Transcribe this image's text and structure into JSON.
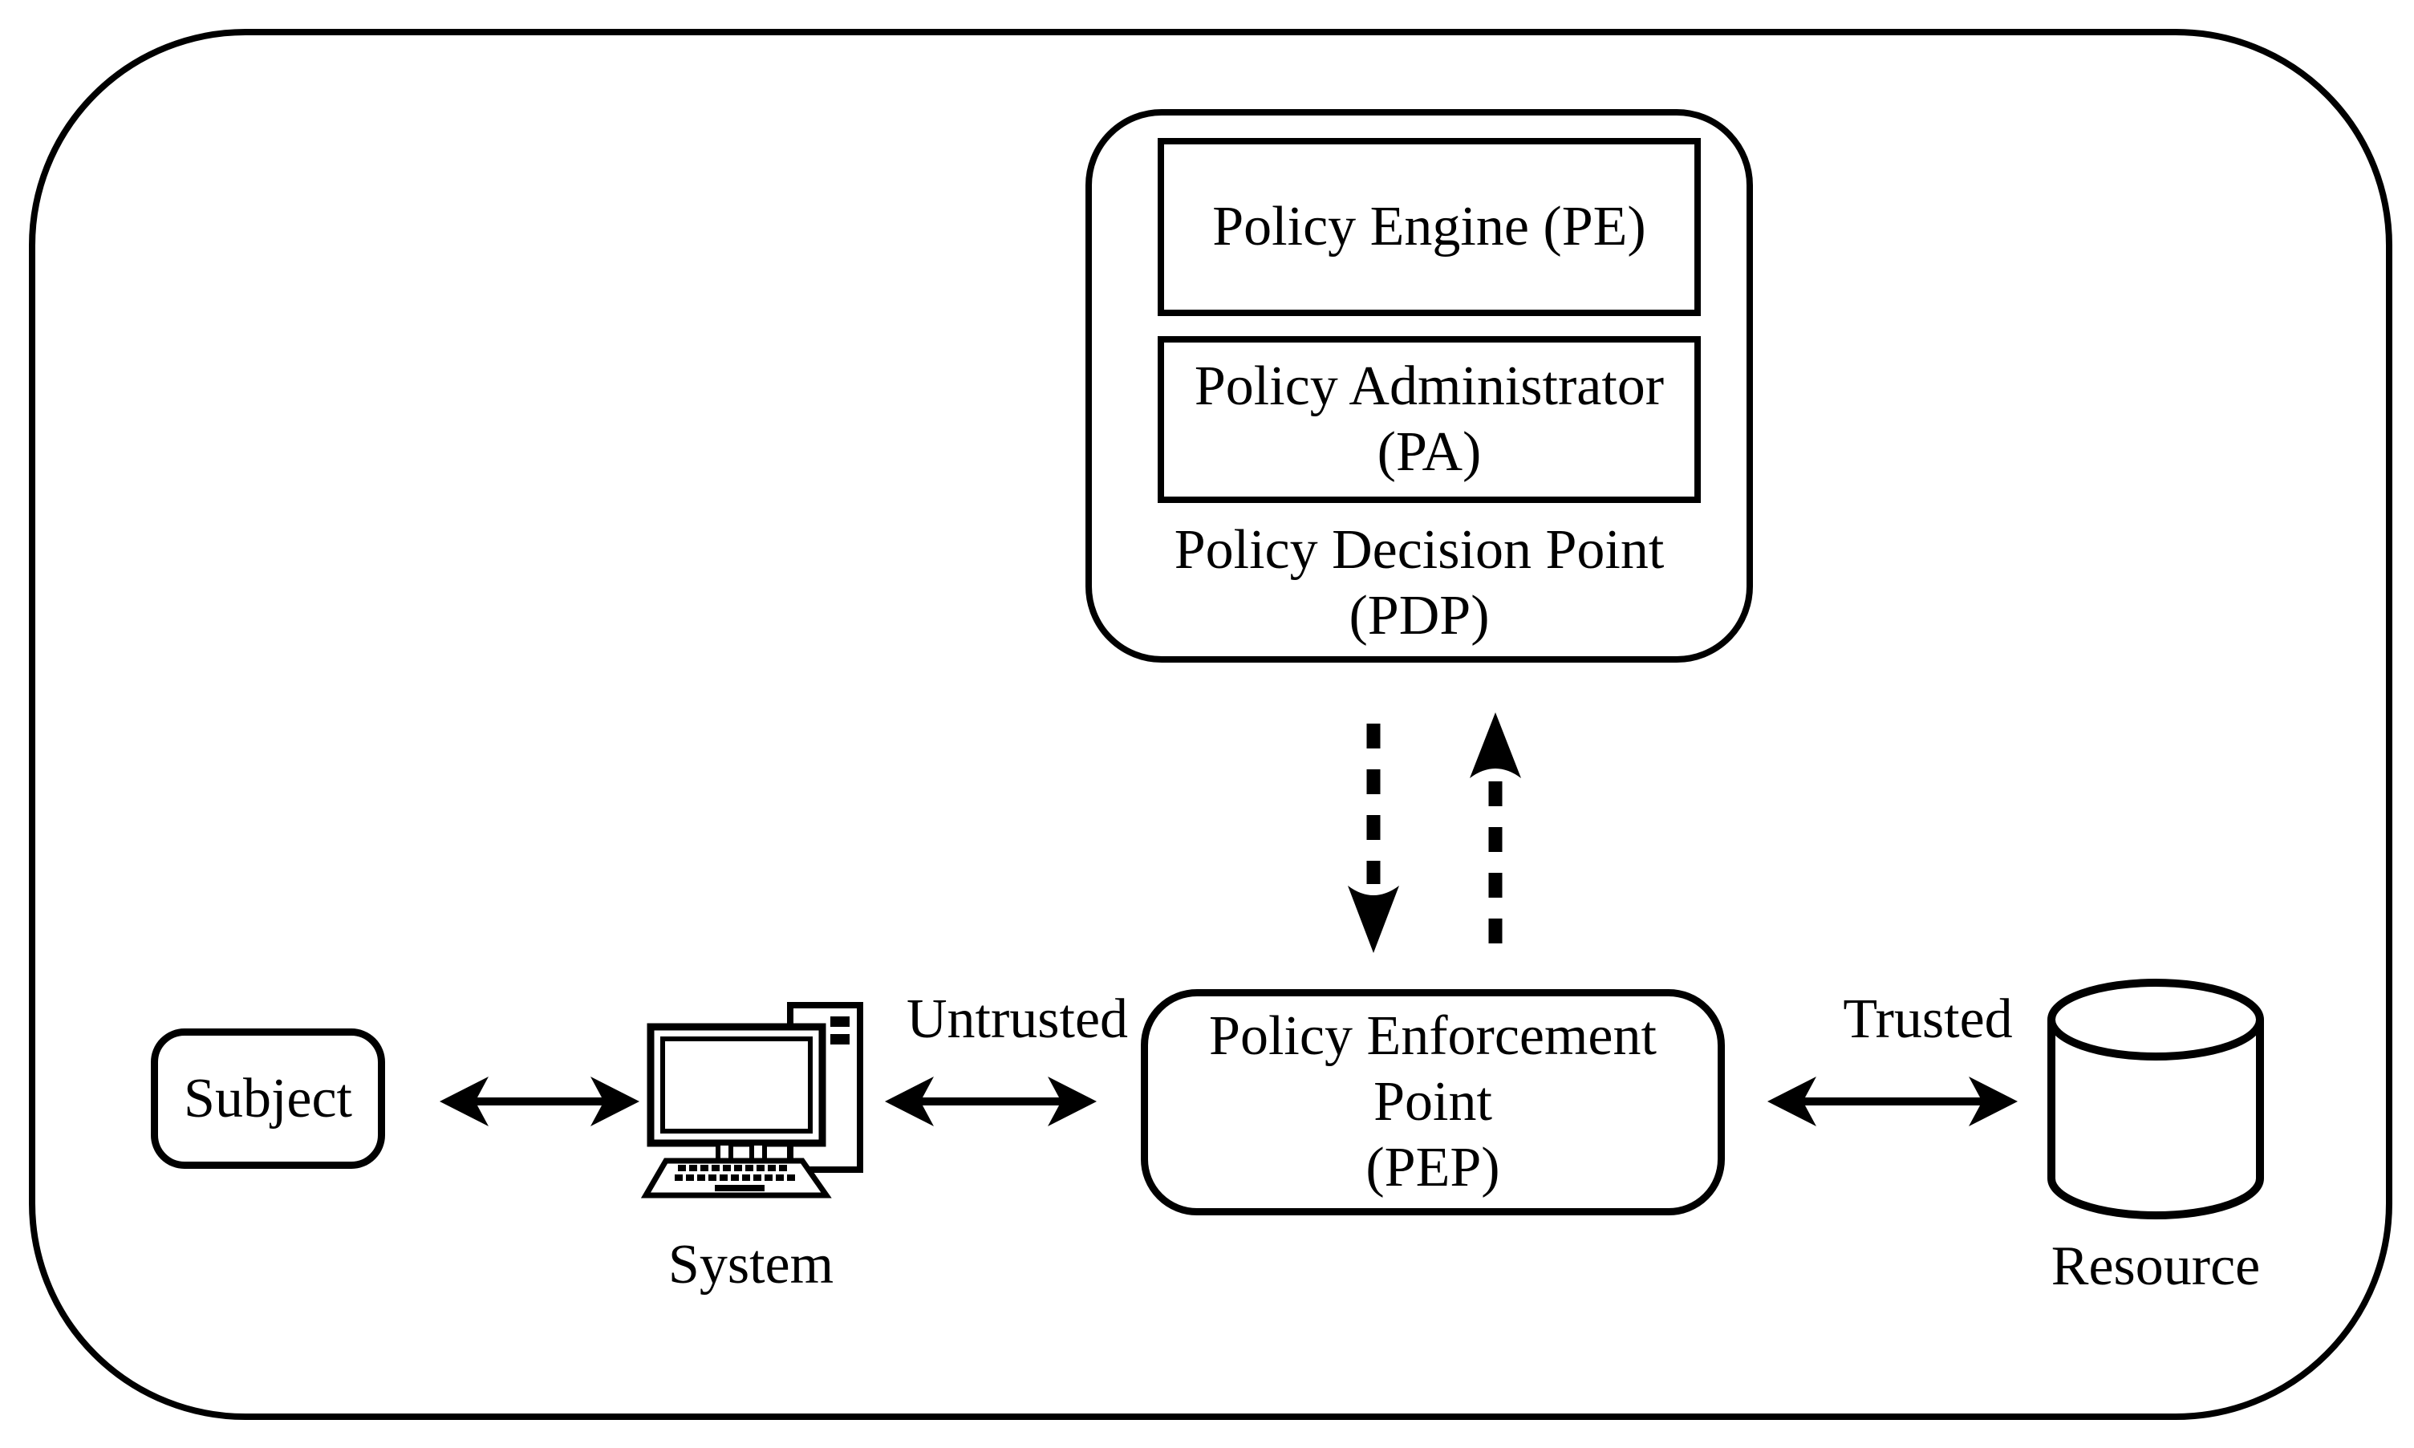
{
  "pdp": {
    "pe_label": "Policy Engine (PE)",
    "pa_line1": "Policy Administrator",
    "pa_line2": "(PA)",
    "label_line1": "Policy Decision Point",
    "label_line2": "(PDP)"
  },
  "pep": {
    "line1": "Policy Enforcement",
    "line2": "Point",
    "line3": "(PEP)"
  },
  "nodes": {
    "subject_label": "Subject",
    "system_label": "System",
    "resource_label": "Resource"
  },
  "zone_labels": {
    "untrusted": "Untrusted",
    "trusted": "Trusted"
  },
  "icons": {
    "system": "desktop-computer-icon",
    "resource": "database-cylinder-icon",
    "links": "double-headed-arrow-icon",
    "pdp_pep_links": "dashed-vertical-arrow-icon"
  },
  "colors": {
    "line": "#000000",
    "background": "#ffffff"
  }
}
